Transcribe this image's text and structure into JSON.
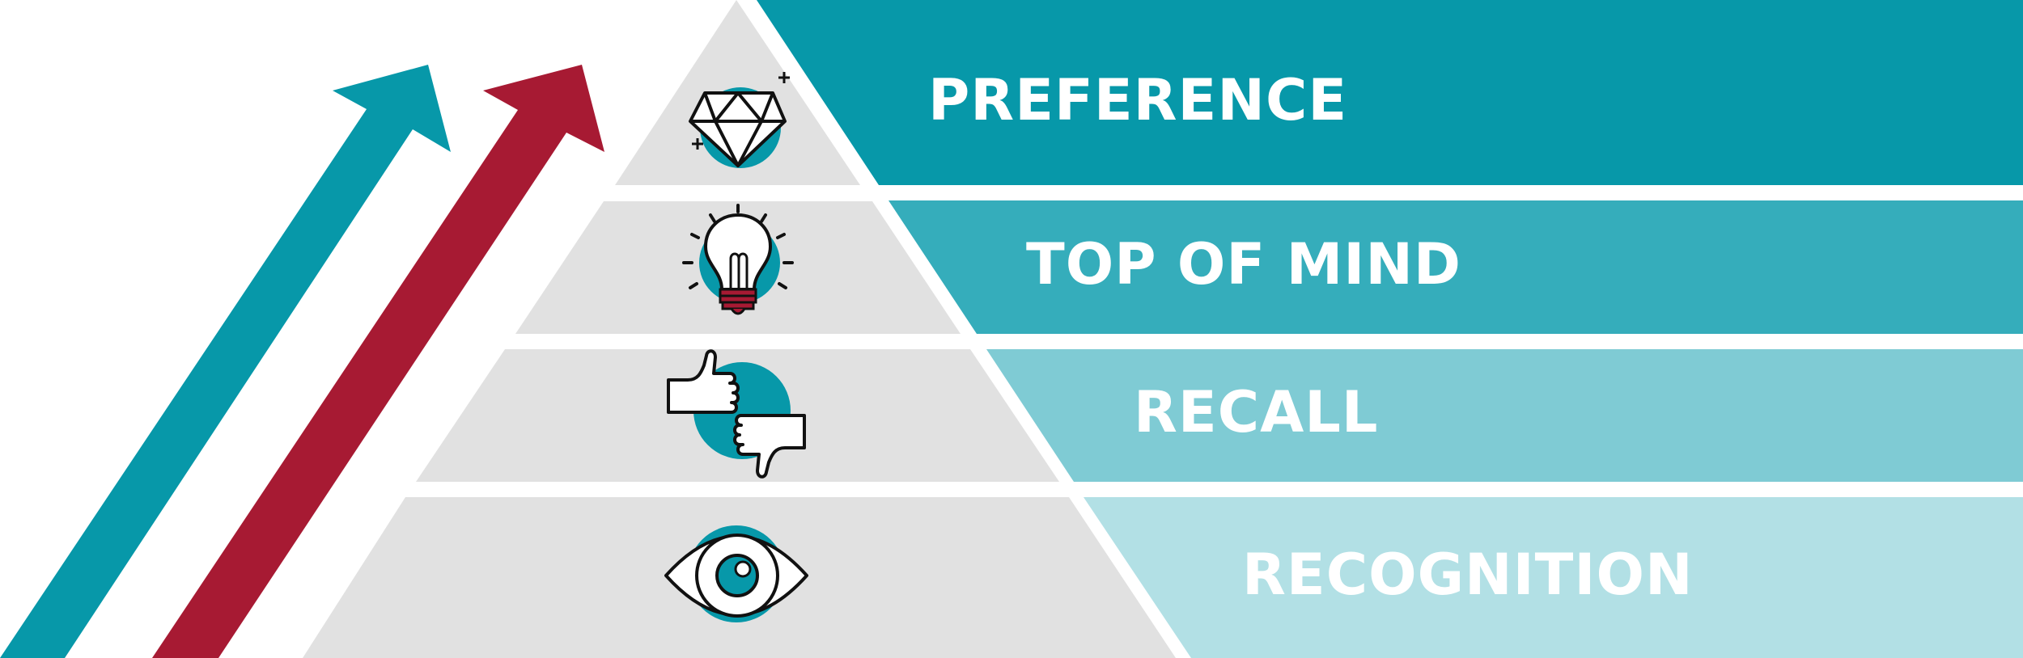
{
  "diagram": {
    "tiers": [
      {
        "label": "PREFERENCE",
        "icon": "diamond-icon",
        "band_color": "#0798a9"
      },
      {
        "label": "TOP OF MIND",
        "icon": "light-bulb-icon",
        "band_color": "#35adbb"
      },
      {
        "label": "RECALL",
        "icon": "thumbs-up-down-icon",
        "band_color": "#7fcbd4"
      },
      {
        "label": "RECOGNITION",
        "icon": "eye-icon",
        "band_color": "#b2e0e5"
      }
    ],
    "pyramid_color": "#e1e1e1",
    "icon_accent": "#0798a9",
    "arrows": [
      {
        "name": "teal-arrow",
        "color": "#0798a9"
      },
      {
        "name": "red-arrow",
        "color": "#a71a33"
      }
    ]
  }
}
